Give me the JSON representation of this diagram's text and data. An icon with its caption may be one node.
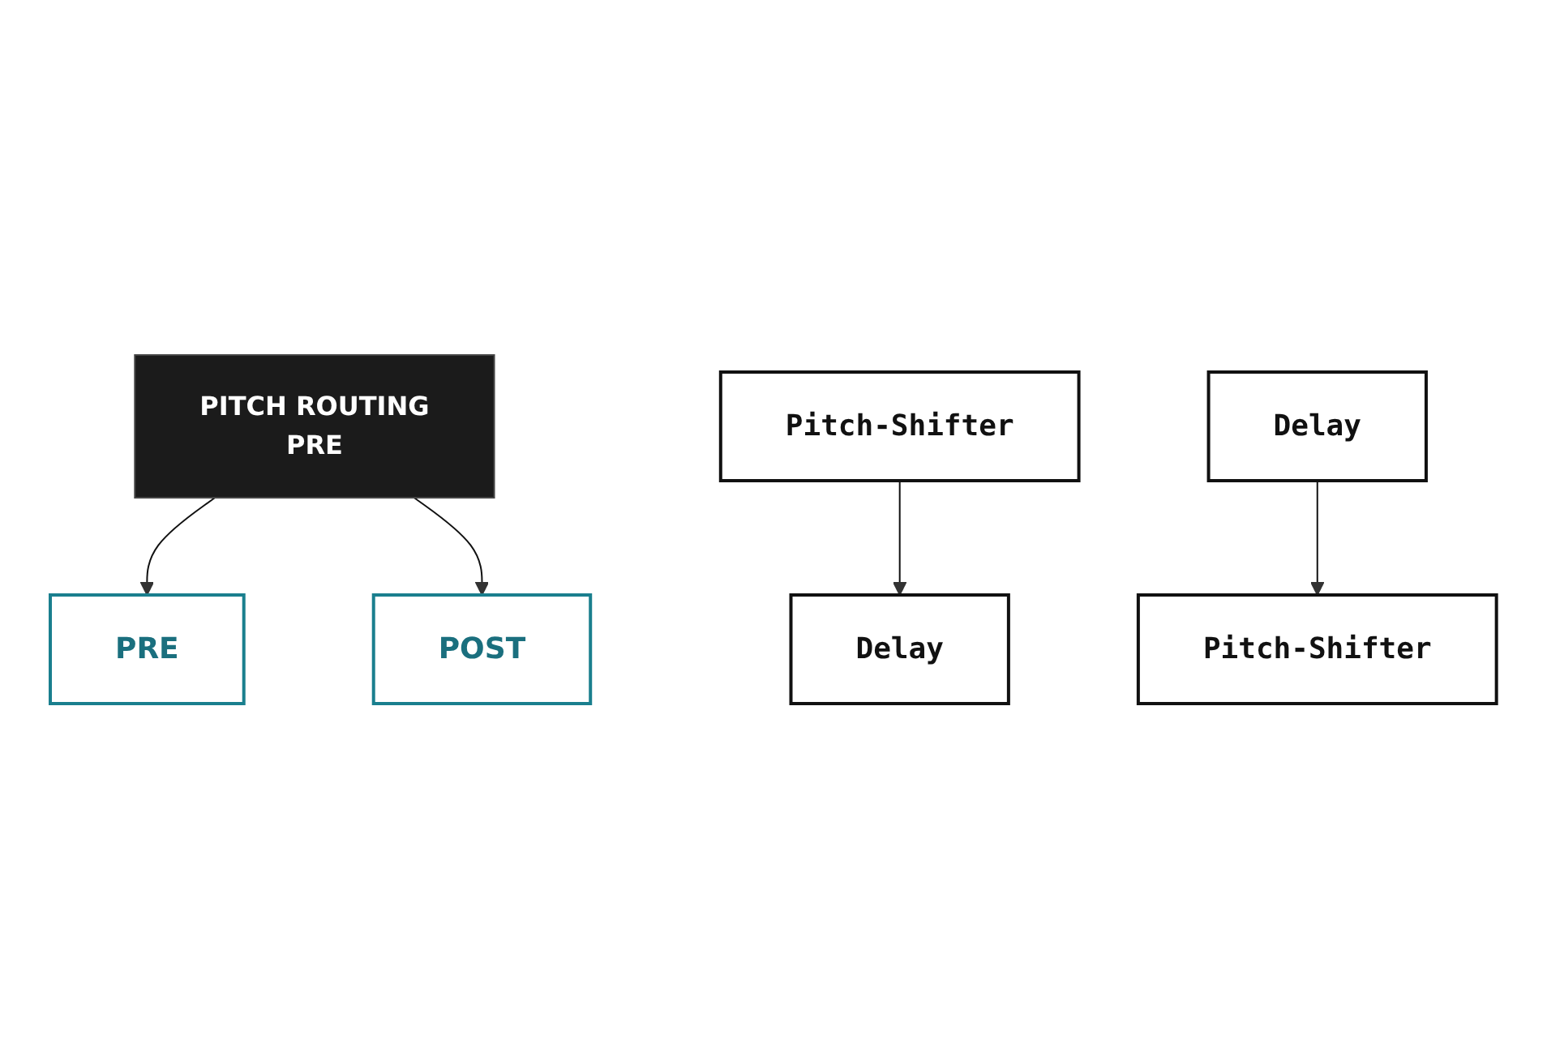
{
  "diagram": {
    "nodes": [
      {
        "text": [
          "PITCH ROUTING",
          "PRE"
        ]
      },
      {
        "text": [
          "PRE"
        ]
      },
      {
        "text": [
          "POST"
        ]
      },
      {
        "text": [
          "Pitch-Shifter"
        ]
      },
      {
        "text": [
          "Delay"
        ]
      },
      {
        "text": [
          "Delay"
        ]
      },
      {
        "text": [
          "Pitch-Shifter"
        ]
      }
    ],
    "edges": [
      {
        "from": 0,
        "to": 1,
        "arrow": "to"
      },
      {
        "from": 0,
        "to": 2,
        "arrow": "to"
      },
      {
        "from": 3,
        "to": 4,
        "arrow": "to"
      },
      {
        "from": 5,
        "to": 6,
        "arrow": "to"
      }
    ]
  }
}
